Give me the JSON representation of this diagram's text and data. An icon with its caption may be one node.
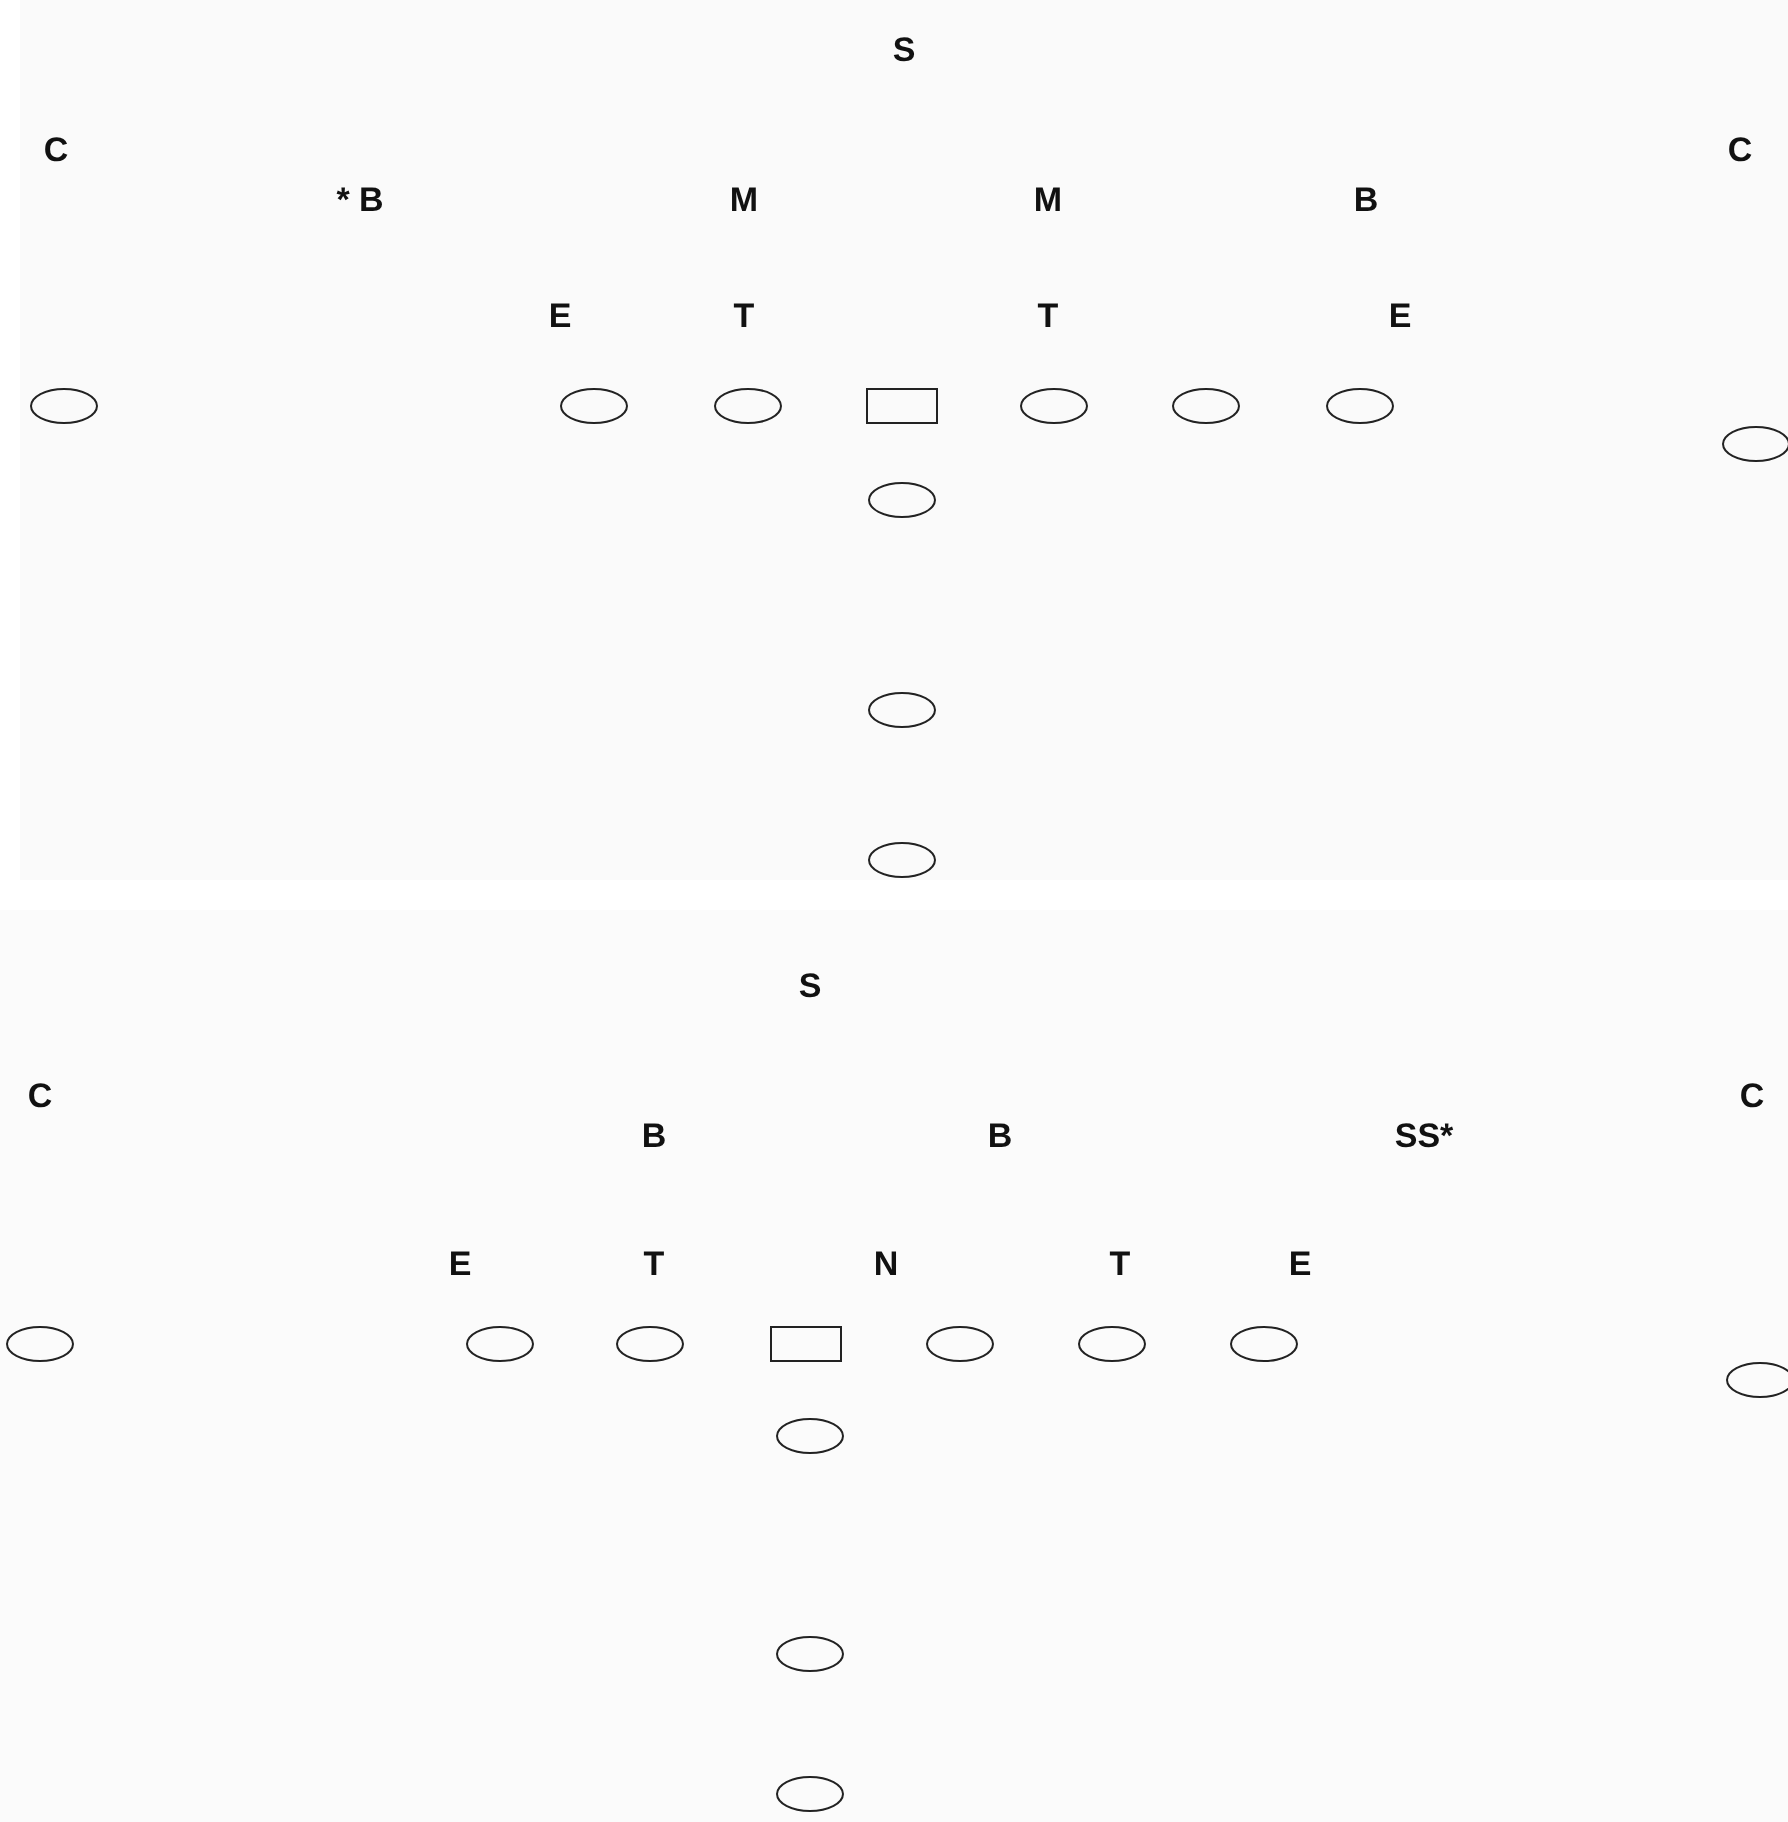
{
  "diagram": {
    "nodes": [
      {
        "text": [],
        "shape": "ellipse"
      },
      {
        "text": [],
        "shape": "ellipse"
      },
      {
        "text": [],
        "shape": "ellipse"
      },
      {
        "text": [],
        "shape": "box"
      },
      {
        "text": [],
        "shape": "ellipse"
      },
      {
        "text": [],
        "shape": "ellipse"
      },
      {
        "text": [],
        "shape": "ellipse"
      },
      {
        "text": [],
        "shape": "ellipse"
      },
      {
        "text": [],
        "shape": "ellipse"
      },
      {
        "text": [],
        "shape": "ellipse"
      },
      {
        "text": [],
        "shape": "ellipse"
      },
      {
        "text": [],
        "shape": "ellipse"
      },
      {
        "text": [],
        "shape": "ellipse"
      },
      {
        "text": [],
        "shape": "ellipse"
      },
      {
        "text": [],
        "shape": "box"
      },
      {
        "text": [],
        "shape": "ellipse"
      },
      {
        "text": [],
        "shape": "ellipse"
      },
      {
        "text": [],
        "shape": "ellipse"
      },
      {
        "text": [],
        "shape": "ellipse"
      },
      {
        "text": [],
        "shape": "ellipse"
      },
      {
        "text": [],
        "shape": "ellipse"
      },
      {
        "text": [],
        "shape": "ellipse"
      }
    ],
    "labels": [
      "S",
      "C",
      "* B",
      "M",
      "M",
      "B",
      "C",
      "E",
      "T",
      "T",
      "E",
      "S",
      "C",
      "B",
      "B",
      "SS*",
      "C",
      "E",
      "T",
      "N",
      "T",
      "E"
    ]
  }
}
